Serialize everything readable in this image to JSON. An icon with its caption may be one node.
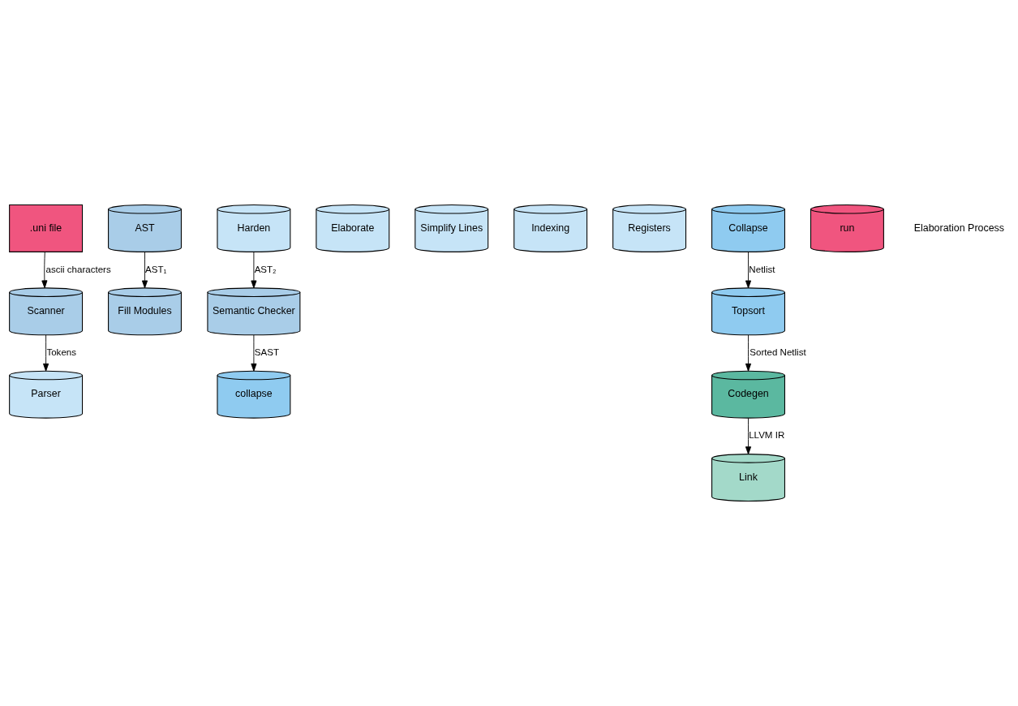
{
  "diagram": {
    "nodes": [
      {
        "text": [
          ".uni file"
        ]
      },
      {
        "text": [
          "Scanner"
        ]
      },
      {
        "text": [
          "Parser"
        ]
      },
      {
        "text": [
          "AST"
        ]
      },
      {
        "text": [
          "Harden"
        ]
      },
      {
        "text": [
          "Fill Modules"
        ]
      },
      {
        "text": [
          "Semantic Checker"
        ]
      },
      {
        "text": [
          "collapse"
        ]
      },
      {
        "text": [
          "Elaborate"
        ]
      },
      {
        "text": [
          "Simplify Lines"
        ]
      },
      {
        "text": [
          "Indexing"
        ]
      },
      {
        "text": [
          "Registers"
        ]
      },
      {
        "text": [
          "Collapse"
        ]
      },
      {
        "text": [
          "Topsort"
        ]
      },
      {
        "text": [
          "Codegen"
        ]
      },
      {
        "text": [
          "Link"
        ]
      },
      {
        "text": [
          "run"
        ]
      }
    ],
    "edges": [
      {
        "from": 0,
        "to": 1,
        "arrow": "to",
        "label": "ascii characters"
      },
      {
        "from": 1,
        "to": 2,
        "arrow": "to",
        "label": "Tokens"
      },
      {
        "from": 3,
        "to": 5,
        "arrow": "to",
        "label": "AST₁"
      },
      {
        "from": 4,
        "to": 6,
        "arrow": "to",
        "label": "AST₂"
      },
      {
        "from": 6,
        "to": 7,
        "arrow": "to",
        "label": "SAST"
      },
      {
        "from": 12,
        "to": 13,
        "arrow": "to",
        "label": "Netlist"
      },
      {
        "from": 13,
        "to": 14,
        "arrow": "to",
        "label": "Sorted Netlist"
      },
      {
        "from": 14,
        "to": 15,
        "arrow": "to",
        "label": "LLVM IR"
      }
    ],
    "labels": [
      "Elaboration Process"
    ]
  }
}
